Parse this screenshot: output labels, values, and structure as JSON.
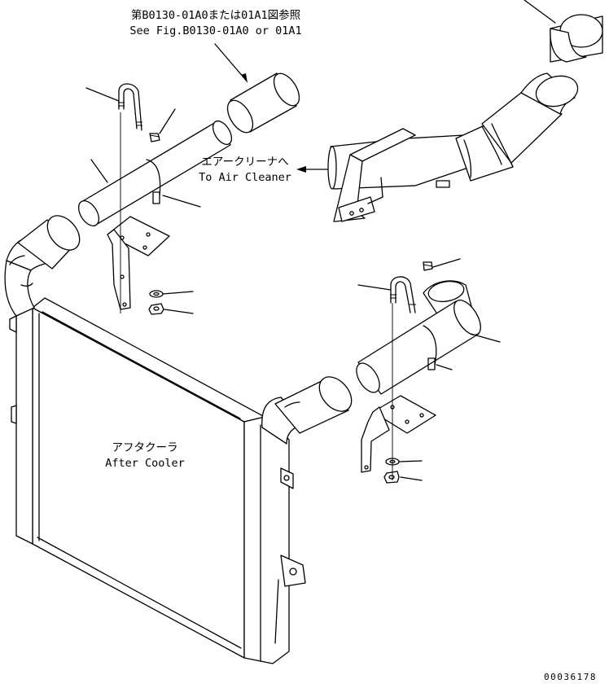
{
  "labels": {
    "see_fig_jp": "第B0130-01A0または01A1図参照",
    "see_fig_en": "See Fig.B0130-01A0 or 01A1",
    "air_cleaner_jp": "エアークリーナへ",
    "air_cleaner_en": "To Air Cleaner",
    "aftercooler_jp": "アフタクーラ",
    "aftercooler_en": "After Cooler",
    "drawing_number": "00036178"
  }
}
